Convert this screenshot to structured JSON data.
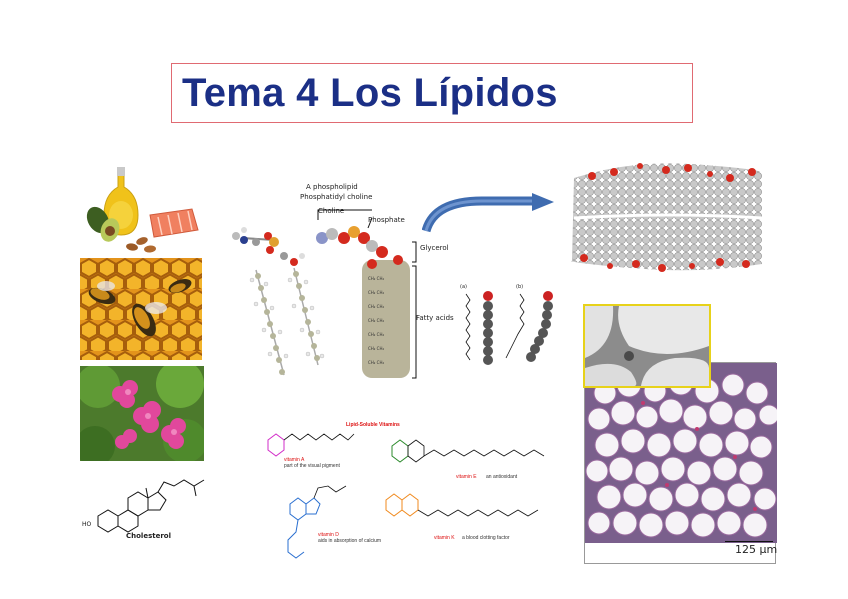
{
  "title": "Tema 4 Los Lípidos",
  "phospholipid": {
    "heading_line1": "A phospholipid",
    "heading_line2": "Phosphatidyl choline",
    "choline": "Choline",
    "phosphate": "Phosphate",
    "glycerol": "Glycerol",
    "fatty_acids": "Fatty acids"
  },
  "fatty_panel": {
    "label_a": "(a)",
    "label_b": "(b)"
  },
  "vitamins": {
    "heading": "Lipid-Soluble Vitamins",
    "vit_a": "vitamin A",
    "vit_a_desc": "part of the visual pigment",
    "vit_e": "vitamin E",
    "vit_e_desc": "an antioxidant",
    "vit_d": "vitamin D",
    "vit_d_desc": "aids in absorption of calcium",
    "vit_k": "vitamin K",
    "vit_k_desc": "a blood clotting factor"
  },
  "cholesterol": {
    "name": "Cholesterol"
  },
  "micrograph": {
    "scale": "125 μm"
  },
  "colors": {
    "title_text": "#1b2f86",
    "title_border": "#e06a72",
    "arrow": "#3f6cb0",
    "oxygen": "#d42a1e"
  }
}
